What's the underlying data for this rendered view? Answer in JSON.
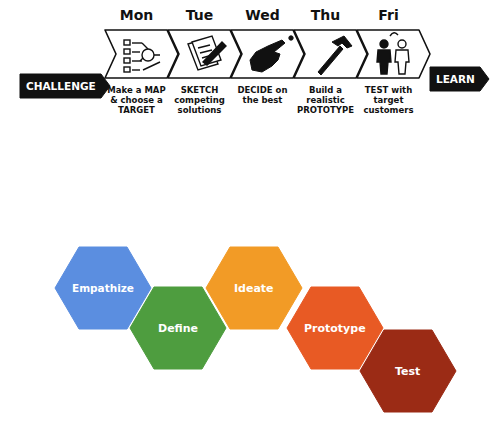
{
  "diagram": {
    "nodes": [
      {
        "text": [
          "CHALLENGE"
        ]
      },
      {
        "text": [
          "Mon",
          "Make a MAP & choose a TARGET"
        ]
      },
      {
        "text": [
          "Tue",
          "SKETCH competing solutions"
        ]
      },
      {
        "text": [
          "Wed",
          "DECIDE on the best"
        ]
      },
      {
        "text": [
          "Thu",
          "Build a realistic PROTOTYPE"
        ]
      },
      {
        "text": [
          "Fri",
          "TEST with target customers"
        ]
      },
      {
        "text": [
          "LEARN"
        ]
      },
      {
        "text": [
          "Empathize"
        ]
      },
      {
        "text": [
          "Define"
        ]
      },
      {
        "text": [
          "Ideate"
        ]
      },
      {
        "text": [
          "Prototype"
        ]
      },
      {
        "text": [
          "Test"
        ]
      }
    ]
  }
}
